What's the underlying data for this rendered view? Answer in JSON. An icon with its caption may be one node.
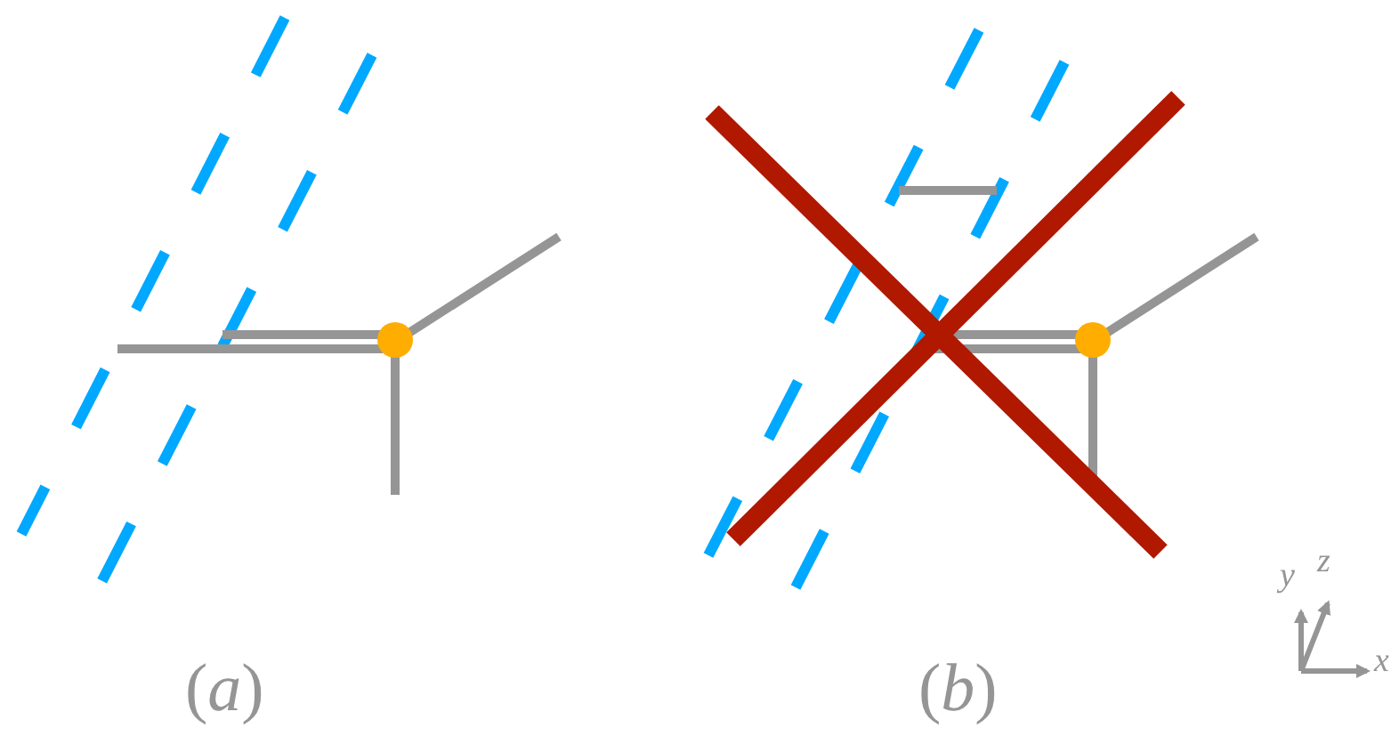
{
  "diagram": {
    "labels": [
      "(*a*)",
      "(*b*)",
      "*y*",
      "*z*",
      "*x*"
    ]
  }
}
